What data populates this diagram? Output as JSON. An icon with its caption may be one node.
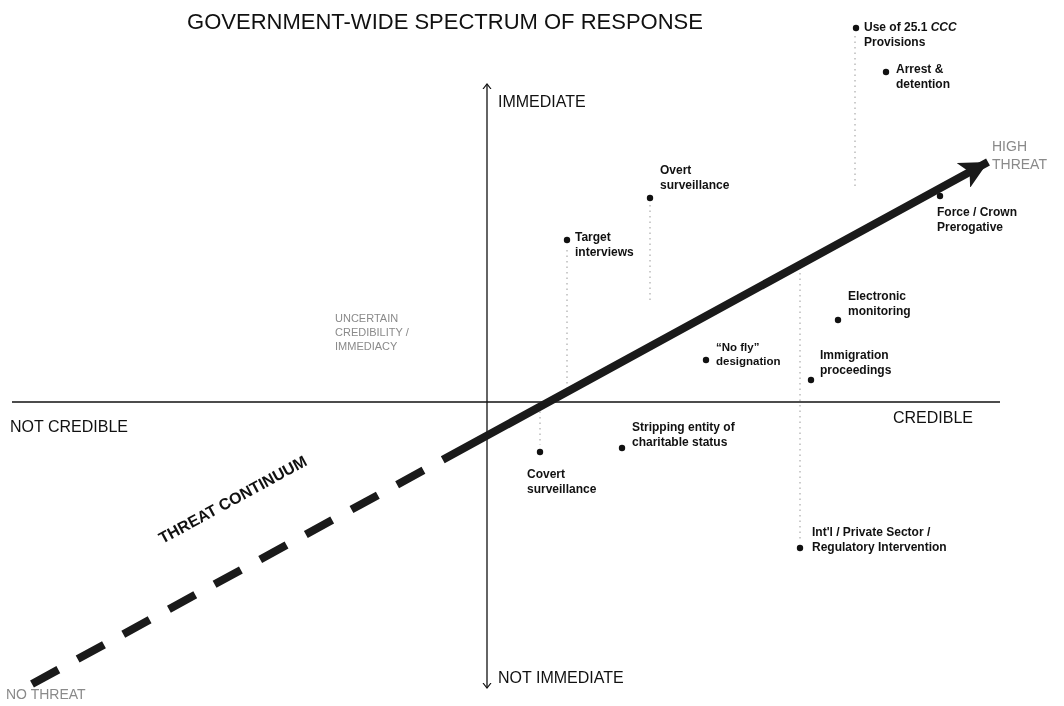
{
  "diagram": {
    "title": "GOVERNMENT-WIDE SPECTRUM OF RESPONSE",
    "nodes": [
      {
        "text": [
          "HIGH THREAT"
        ]
      },
      {
        "text": [
          "NO THREAT"
        ]
      }
    ],
    "edges": [
      {
        "from": 1,
        "to": 0,
        "arrow": "to",
        "label": "THREAT CONTINUUM",
        "style": "dashed"
      }
    ],
    "labels": [
      "Use of 25.1 *CCC* Provisions",
      "Arrest & detention",
      "IMMEDIATE",
      "Overt surveillance",
      "Target interviews",
      "Force / Crown Prerogative",
      "Electronic monitoring",
      "UNCERTAIN CREDIBILITY / IMMEDIACY",
      "“No fly” designation",
      "Immigration proceedings",
      "NOT CREDIBLE",
      "CREDIBLE",
      "Stripping entity of charitable status",
      "Covert surveillance",
      "Int'l / Private Sector / Regulatory Intervention",
      "NOT IMMEDIATE"
    ]
  }
}
